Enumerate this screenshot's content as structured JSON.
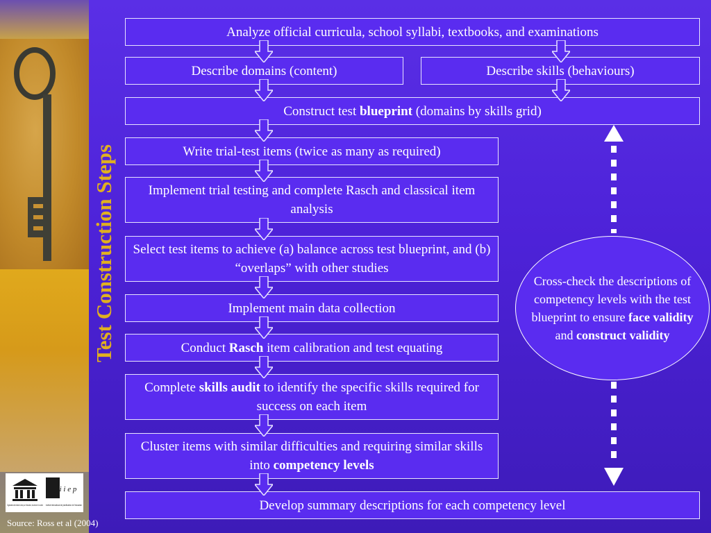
{
  "side_title": "Test Construction Steps",
  "source": "Source: Ross et al (2004)",
  "steps": {
    "analyze": "Analyze official curricula, school syllabi, textbooks, and examinations",
    "domains": "Describe domains (content)",
    "skills": "Describe skills (behaviours)",
    "blueprint_pre": "Construct test ",
    "blueprint_bold": "blueprint",
    "blueprint_post": " (domains by skills grid)",
    "trial_items": "Write trial-test items (twice as many as required)",
    "trial_testing": "Implement trial testing and complete Rasch and classical item analysis",
    "select_items": "Select test items to achieve (a) balance across test blueprint, and (b) “overlaps” with other studies",
    "main_collection": "Implement main data collection",
    "rasch_pre": "Conduct ",
    "rasch_bold": "Rasch",
    "rasch_post": " item calibration and test equating",
    "audit_pre": "Complete ",
    "audit_bold": "skills audit",
    "audit_post": " to identify the specific skills required for success on each item",
    "cluster_pre": "Cluster items with similar difficulties and requiring similar skills into ",
    "cluster_bold": "competency levels",
    "summary": "Develop summary descriptions for each competency level"
  },
  "crosscheck": {
    "pre": "Cross-check the descriptions of competency levels with the test blueprint to ensure ",
    "bold1": "face validity",
    "mid": " and ",
    "bold2": "construct validity"
  },
  "logos": {
    "unesco_text": "Organisation des Nations Unies pour l'éducation, la science et la culture",
    "iiep_mark": "i i e p",
    "iiep_text": "Institut international de planification de l'éducation"
  },
  "colors": {
    "background": "#5a2cf0",
    "title": "#e0b020",
    "border": "#e8e4ff"
  }
}
